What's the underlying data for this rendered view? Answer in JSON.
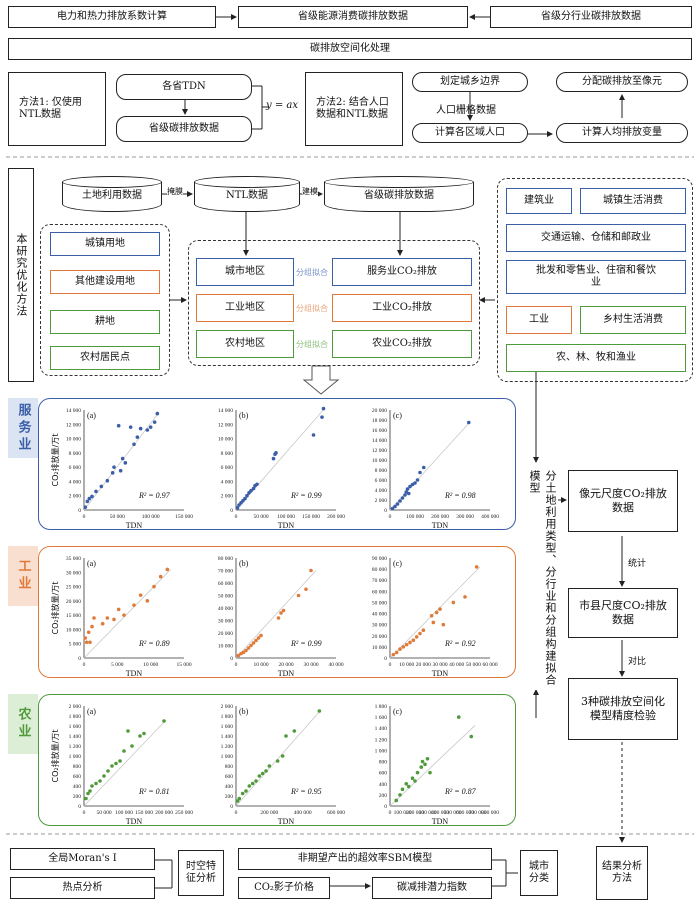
{
  "top": {
    "data1": "电力和热力排放系数计算",
    "data2": "省级能源消费碳排放数据",
    "data3": "省级分行业碳排放数据",
    "spatial": "碳排放空间化处理"
  },
  "method1": {
    "label": "方法1: 仅使用NTL数据",
    "tdn": "各省TDN",
    "carbon": "省级碳排放数据",
    "formula": "y = ax"
  },
  "method2": {
    "label": "方法2: 结合人口数据和NTL数据",
    "urban_rural": "划定城乡边界",
    "pop_grid": "人口栅格数据",
    "calc_pop": "计算各区域人口",
    "alloc": "分配碳排放至像元",
    "calc_per": "计算人均排放变量"
  },
  "method3": {
    "title": "本研究优化方法",
    "land_use": "土地利用数据",
    "mask": "掩膜",
    "ntl": "NTL数据",
    "model": "建模",
    "prov_carbon": "省级碳排放数据",
    "land_types": [
      "城镇用地",
      "其他建设用地",
      "耕地",
      "农村居民点"
    ],
    "regions": [
      "城市地区",
      "工业地区",
      "农村地区"
    ],
    "fit_label": "分组拟合",
    "emissions": [
      "服务业CO₂排放",
      "工业CO₂排放",
      "农业CO₂排放"
    ],
    "sectors": {
      "construction": "建筑业",
      "urban_life": "城镇生活消费",
      "transport": "交通运输、仓储和邮政业",
      "wholesale": "批发和零售业、住宿和餐饮业",
      "industry": "工业",
      "rural_life": "乡村生活消费",
      "agri": "农、林、牧和渔业"
    }
  },
  "fit_side": "分土地利用类型、分行业和分组构建拟合模型",
  "right_flow": {
    "pixel": "像元尺度CO₂排放数据",
    "stat": "统计",
    "city": "市县尺度CO₂排放数据",
    "compare": "对比",
    "accuracy": "3种碳排放空间化模型精度检验"
  },
  "sector_tags": {
    "service": "服务业",
    "industry": "工业",
    "agri": "农业"
  },
  "axis": {
    "x": "TDN",
    "y": "CO₂排放量/万t"
  },
  "bottom": {
    "moran": "全局Moran's I",
    "hotspot": "热点分析",
    "spatiotemporal": "时空特征分析",
    "sbm": "非期望产出的超效率SBM模型",
    "shadow": "CO₂影子价格",
    "potential": "碳减排潜力指数",
    "city_class": "城市分类",
    "result": "结果分析方法"
  },
  "colors": {
    "service": "#3b5ea8",
    "industry": "#e07a3a",
    "agri": "#4f9a3a",
    "fitline": "#c8c8c8"
  },
  "chart_data": [
    {
      "type": "scatter",
      "sector": "服务业",
      "panel": "(a)",
      "r2": "R² = 0.97",
      "xlim": [
        0,
        150000
      ],
      "ylim": [
        0,
        14000
      ],
      "xticks": [
        "0",
        "50 000",
        "100 000",
        "150 000"
      ],
      "yticks": [
        "0",
        "2 000",
        "4 000",
        "6 000",
        "8 000",
        "10 000",
        "12 000",
        "14 000"
      ],
      "points": [
        [
          2000,
          400
        ],
        [
          5000,
          1200
        ],
        [
          8000,
          1600
        ],
        [
          12000,
          1900
        ],
        [
          18000,
          2600
        ],
        [
          26000,
          3300
        ],
        [
          35000,
          4100
        ],
        [
          43000,
          5200
        ],
        [
          45000,
          6000
        ],
        [
          52000,
          11800
        ],
        [
          55000,
          5500
        ],
        [
          58000,
          7200
        ],
        [
          62000,
          6600
        ],
        [
          70000,
          11600
        ],
        [
          75000,
          9200
        ],
        [
          80000,
          10200
        ],
        [
          85000,
          11400
        ],
        [
          95000,
          11200
        ],
        [
          100000,
          11600
        ],
        [
          106000,
          12300
        ],
        [
          110000,
          13500
        ]
      ],
      "fit": [
        [
          0,
          0
        ],
        [
          112000,
          13600
        ]
      ]
    },
    {
      "type": "scatter",
      "sector": "服务业",
      "panel": "(b)",
      "r2": "R² = 0.99",
      "xlim": [
        0,
        200000
      ],
      "ylim": [
        0,
        14000
      ],
      "xticks": [
        "0",
        "50 000",
        "100 000",
        "150 000",
        "200 000"
      ],
      "yticks": [
        "0",
        "2 000",
        "4 000",
        "6 000",
        "8 000",
        "10 000",
        "12 000",
        "14 000"
      ],
      "points": [
        [
          3000,
          300
        ],
        [
          6000,
          700
        ],
        [
          10000,
          1000
        ],
        [
          14000,
          1300
        ],
        [
          18000,
          1600
        ],
        [
          22000,
          2000
        ],
        [
          26000,
          2400
        ],
        [
          30000,
          2700
        ],
        [
          35000,
          3000
        ],
        [
          38000,
          3400
        ],
        [
          42000,
          3600
        ],
        [
          75000,
          7200
        ],
        [
          78000,
          7800
        ],
        [
          80000,
          8000
        ],
        [
          155000,
          10500
        ],
        [
          172000,
          13000
        ],
        [
          175000,
          14200
        ]
      ],
      "fit": [
        [
          0,
          0
        ],
        [
          178000,
          14300
        ]
      ]
    },
    {
      "type": "scatter",
      "sector": "服务业",
      "panel": "(c)",
      "r2": "R² = 0.98",
      "xlim": [
        0,
        400000
      ],
      "ylim": [
        0,
        20000
      ],
      "xticks": [
        "0",
        "100 000",
        "200 000",
        "300 000",
        "400 000"
      ],
      "yticks": [
        "0",
        "2 000",
        "4 000",
        "6 000",
        "8 000",
        "10 000",
        "12 000",
        "14 000",
        "16 000",
        "18 000",
        "20 000"
      ],
      "points": [
        [
          10000,
          300
        ],
        [
          20000,
          700
        ],
        [
          30000,
          1200
        ],
        [
          40000,
          1800
        ],
        [
          50000,
          2400
        ],
        [
          60000,
          3000
        ],
        [
          65000,
          3600
        ],
        [
          70000,
          4200
        ],
        [
          75000,
          3300
        ],
        [
          80000,
          4700
        ],
        [
          90000,
          5100
        ],
        [
          100000,
          5400
        ],
        [
          110000,
          6000
        ],
        [
          120000,
          7500
        ],
        [
          135000,
          8500
        ],
        [
          315000,
          17500
        ]
      ],
      "fit": [
        [
          0,
          0
        ],
        [
          320000,
          17600
        ]
      ]
    },
    {
      "type": "scatter",
      "sector": "工业",
      "panel": "(a)",
      "r2": "R² = 0.89",
      "xlim": [
        0,
        15000
      ],
      "ylim": [
        0,
        35000
      ],
      "xticks": [
        "0",
        "5 000",
        "10 000",
        "15 000"
      ],
      "yticks": [
        "0",
        "5 000",
        "10 000",
        "15 000",
        "20 000",
        "25 000",
        "30 000",
        "35 000"
      ],
      "points": [
        [
          200,
          7000
        ],
        [
          400,
          5500
        ],
        [
          700,
          9000
        ],
        [
          900,
          5500
        ],
        [
          1200,
          11000
        ],
        [
          1500,
          14000
        ],
        [
          2800,
          12000
        ],
        [
          3500,
          14000
        ],
        [
          4500,
          13500
        ],
        [
          5200,
          17000
        ],
        [
          6000,
          15000
        ],
        [
          7500,
          18500
        ],
        [
          8500,
          22000
        ],
        [
          9500,
          20000
        ],
        [
          10500,
          25000
        ],
        [
          11500,
          28500
        ],
        [
          12500,
          31000
        ]
      ],
      "fit": [
        [
          0,
          0
        ],
        [
          13000,
          31000
        ]
      ]
    },
    {
      "type": "scatter",
      "sector": "工业",
      "panel": "(b)",
      "r2": "R² = 0.99",
      "xlim": [
        0,
        40000
      ],
      "ylim": [
        0,
        80000
      ],
      "xticks": [
        "0",
        "10 000",
        "20 000",
        "30 000",
        "40 000"
      ],
      "yticks": [
        "0",
        "10 000",
        "20 000",
        "30 000",
        "40 000",
        "50 000",
        "60 000",
        "70 000",
        "80 000"
      ],
      "points": [
        [
          1000,
          2000
        ],
        [
          2000,
          3500
        ],
        [
          3000,
          4500
        ],
        [
          4000,
          6000
        ],
        [
          5000,
          8000
        ],
        [
          6000,
          10000
        ],
        [
          7000,
          12000
        ],
        [
          8000,
          14000
        ],
        [
          9000,
          16000
        ],
        [
          10000,
          18000
        ],
        [
          17000,
          32000
        ],
        [
          18000,
          36000
        ],
        [
          19000,
          38000
        ],
        [
          25000,
          50000
        ],
        [
          28000,
          55000
        ],
        [
          30000,
          70000
        ]
      ],
      "fit": [
        [
          0,
          0
        ],
        [
          32000,
          70000
        ]
      ]
    },
    {
      "type": "scatter",
      "sector": "工业",
      "panel": "(c)",
      "r2": "R² = 0.92",
      "xlim": [
        0,
        60000
      ],
      "ylim": [
        0,
        90000
      ],
      "xticks": [
        "0",
        "10 000",
        "20 000",
        "30 000",
        "40 000",
        "50 000",
        "60 000"
      ],
      "yticks": [
        "0",
        "10 000",
        "20 000",
        "30 000",
        "40 000",
        "50 000",
        "60 000",
        "70 000",
        "80 000",
        "90 000"
      ],
      "points": [
        [
          2000,
          3000
        ],
        [
          4000,
          5000
        ],
        [
          6000,
          8000
        ],
        [
          8000,
          10000
        ],
        [
          10000,
          12000
        ],
        [
          12000,
          14000
        ],
        [
          14000,
          16000
        ],
        [
          16000,
          19000
        ],
        [
          18000,
          22000
        ],
        [
          20000,
          25000
        ],
        [
          25000,
          38000
        ],
        [
          26000,
          32000
        ],
        [
          28000,
          41000
        ],
        [
          30000,
          44000
        ],
        [
          32000,
          30000
        ],
        [
          38000,
          50000
        ],
        [
          45000,
          55000
        ],
        [
          52000,
          82000
        ]
      ],
      "fit": [
        [
          0,
          0
        ],
        [
          54000,
          82000
        ]
      ]
    },
    {
      "type": "scatter",
      "sector": "农业",
      "panel": "(a)",
      "r2": "R² = 0.81",
      "xlim": [
        0,
        250000
      ],
      "ylim": [
        0,
        2000
      ],
      "xticks": [
        "0",
        "50 000",
        "100 000",
        "150 000",
        "200 000",
        "250 000"
      ],
      "yticks": [
        "0",
        "200",
        "400",
        "600",
        "800",
        "1 000",
        "1 200",
        "1 400",
        "1 600",
        "1 800",
        "2 000"
      ],
      "points": [
        [
          5000,
          150
        ],
        [
          10000,
          250
        ],
        [
          15000,
          300
        ],
        [
          20000,
          400
        ],
        [
          30000,
          450
        ],
        [
          40000,
          500
        ],
        [
          50000,
          600
        ],
        [
          60000,
          700
        ],
        [
          70000,
          800
        ],
        [
          80000,
          850
        ],
        [
          90000,
          900
        ],
        [
          100000,
          1100
        ],
        [
          110000,
          1500
        ],
        [
          120000,
          1200
        ],
        [
          140000,
          1400
        ],
        [
          150000,
          1450
        ],
        [
          200000,
          1700
        ]
      ],
      "fit": [
        [
          0,
          0
        ],
        [
          205000,
          1720
        ]
      ]
    },
    {
      "type": "scatter",
      "sector": "农业",
      "panel": "(b)",
      "r2": "R² = 0.95",
      "xlim": [
        0,
        600000
      ],
      "ylim": [
        0,
        2000
      ],
      "xticks": [
        "0",
        "200 000",
        "400 000",
        "600 000"
      ],
      "yticks": [
        "0",
        "200",
        "400",
        "600",
        "800",
        "1 000",
        "1 200",
        "1 400",
        "1 600",
        "1 800",
        "2 000"
      ],
      "points": [
        [
          10000,
          100
        ],
        [
          20000,
          150
        ],
        [
          40000,
          250
        ],
        [
          60000,
          300
        ],
        [
          80000,
          400
        ],
        [
          100000,
          450
        ],
        [
          120000,
          500
        ],
        [
          140000,
          600
        ],
        [
          160000,
          650
        ],
        [
          180000,
          700
        ],
        [
          200000,
          800
        ],
        [
          250000,
          900
        ],
        [
          280000,
          1000
        ],
        [
          300000,
          1400
        ],
        [
          350000,
          1500
        ],
        [
          500000,
          1900
        ]
      ],
      "fit": [
        [
          0,
          0
        ],
        [
          510000,
          1920
        ]
      ]
    },
    {
      "type": "scatter",
      "sector": "农业",
      "panel": "(c)",
      "r2": "R² = 0.87",
      "xlim": [
        0,
        800000
      ],
      "ylim": [
        0,
        1800
      ],
      "xticks": [
        "0",
        "100 000",
        "200 000",
        "300 000",
        "400 000",
        "500 000",
        "600 000",
        "700 000",
        "800 000"
      ],
      "yticks": [
        "0",
        "200",
        "400",
        "600",
        "800",
        "1 000",
        "1 200",
        "1 400",
        "1 600",
        "1 800"
      ],
      "points": [
        [
          50000,
          100
        ],
        [
          80000,
          200
        ],
        [
          100000,
          300
        ],
        [
          130000,
          400
        ],
        [
          150000,
          350
        ],
        [
          180000,
          500
        ],
        [
          200000,
          450
        ],
        [
          220000,
          600
        ],
        [
          250000,
          700
        ],
        [
          260000,
          800
        ],
        [
          280000,
          750
        ],
        [
          300000,
          850
        ],
        [
          320000,
          600
        ],
        [
          550000,
          1600
        ],
        [
          650000,
          1250
        ]
      ],
      "fit": [
        [
          0,
          0
        ],
        [
          680000,
          1450
        ]
      ]
    }
  ]
}
